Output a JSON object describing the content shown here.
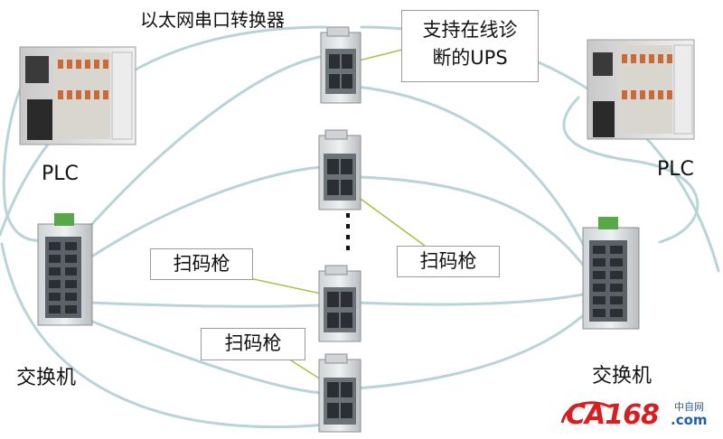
{
  "title_converter": "以太网串口转换器",
  "plc_left_label": "PLC",
  "plc_right_label": "PLC",
  "switch_left_label": "交换机",
  "switch_right_label": "交换机",
  "callout_ups": [
    "支持在线诊",
    "断的UPS"
  ],
  "callout_scanner_left": "扫码枪",
  "callout_scanner_right": "扫码枪",
  "callout_scanner_bottom": "扫码枪",
  "watermark": {
    "brand": "CA168",
    "small_cn": "中自网",
    "domain": ".com"
  },
  "colors": {
    "cable": "#b8d4d8",
    "callout_line": "#a8c24a",
    "brand_red": "#d81e1e",
    "brand_blue": "#1f5fa8"
  }
}
